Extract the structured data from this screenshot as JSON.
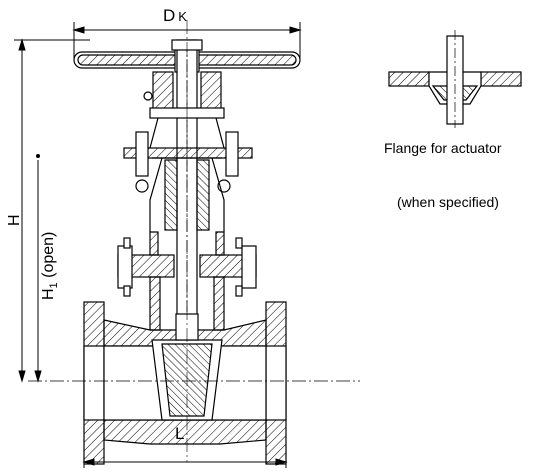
{
  "labels": {
    "dk_main": "D",
    "dk_sub": "K",
    "height_h": "H",
    "height_h1_main": "H",
    "height_h1_sub": "1",
    "height_h1_suffix": " (open)",
    "length_l": "L",
    "flange_caption": "Flange for actuator",
    "flange_note": "(when specified)"
  }
}
